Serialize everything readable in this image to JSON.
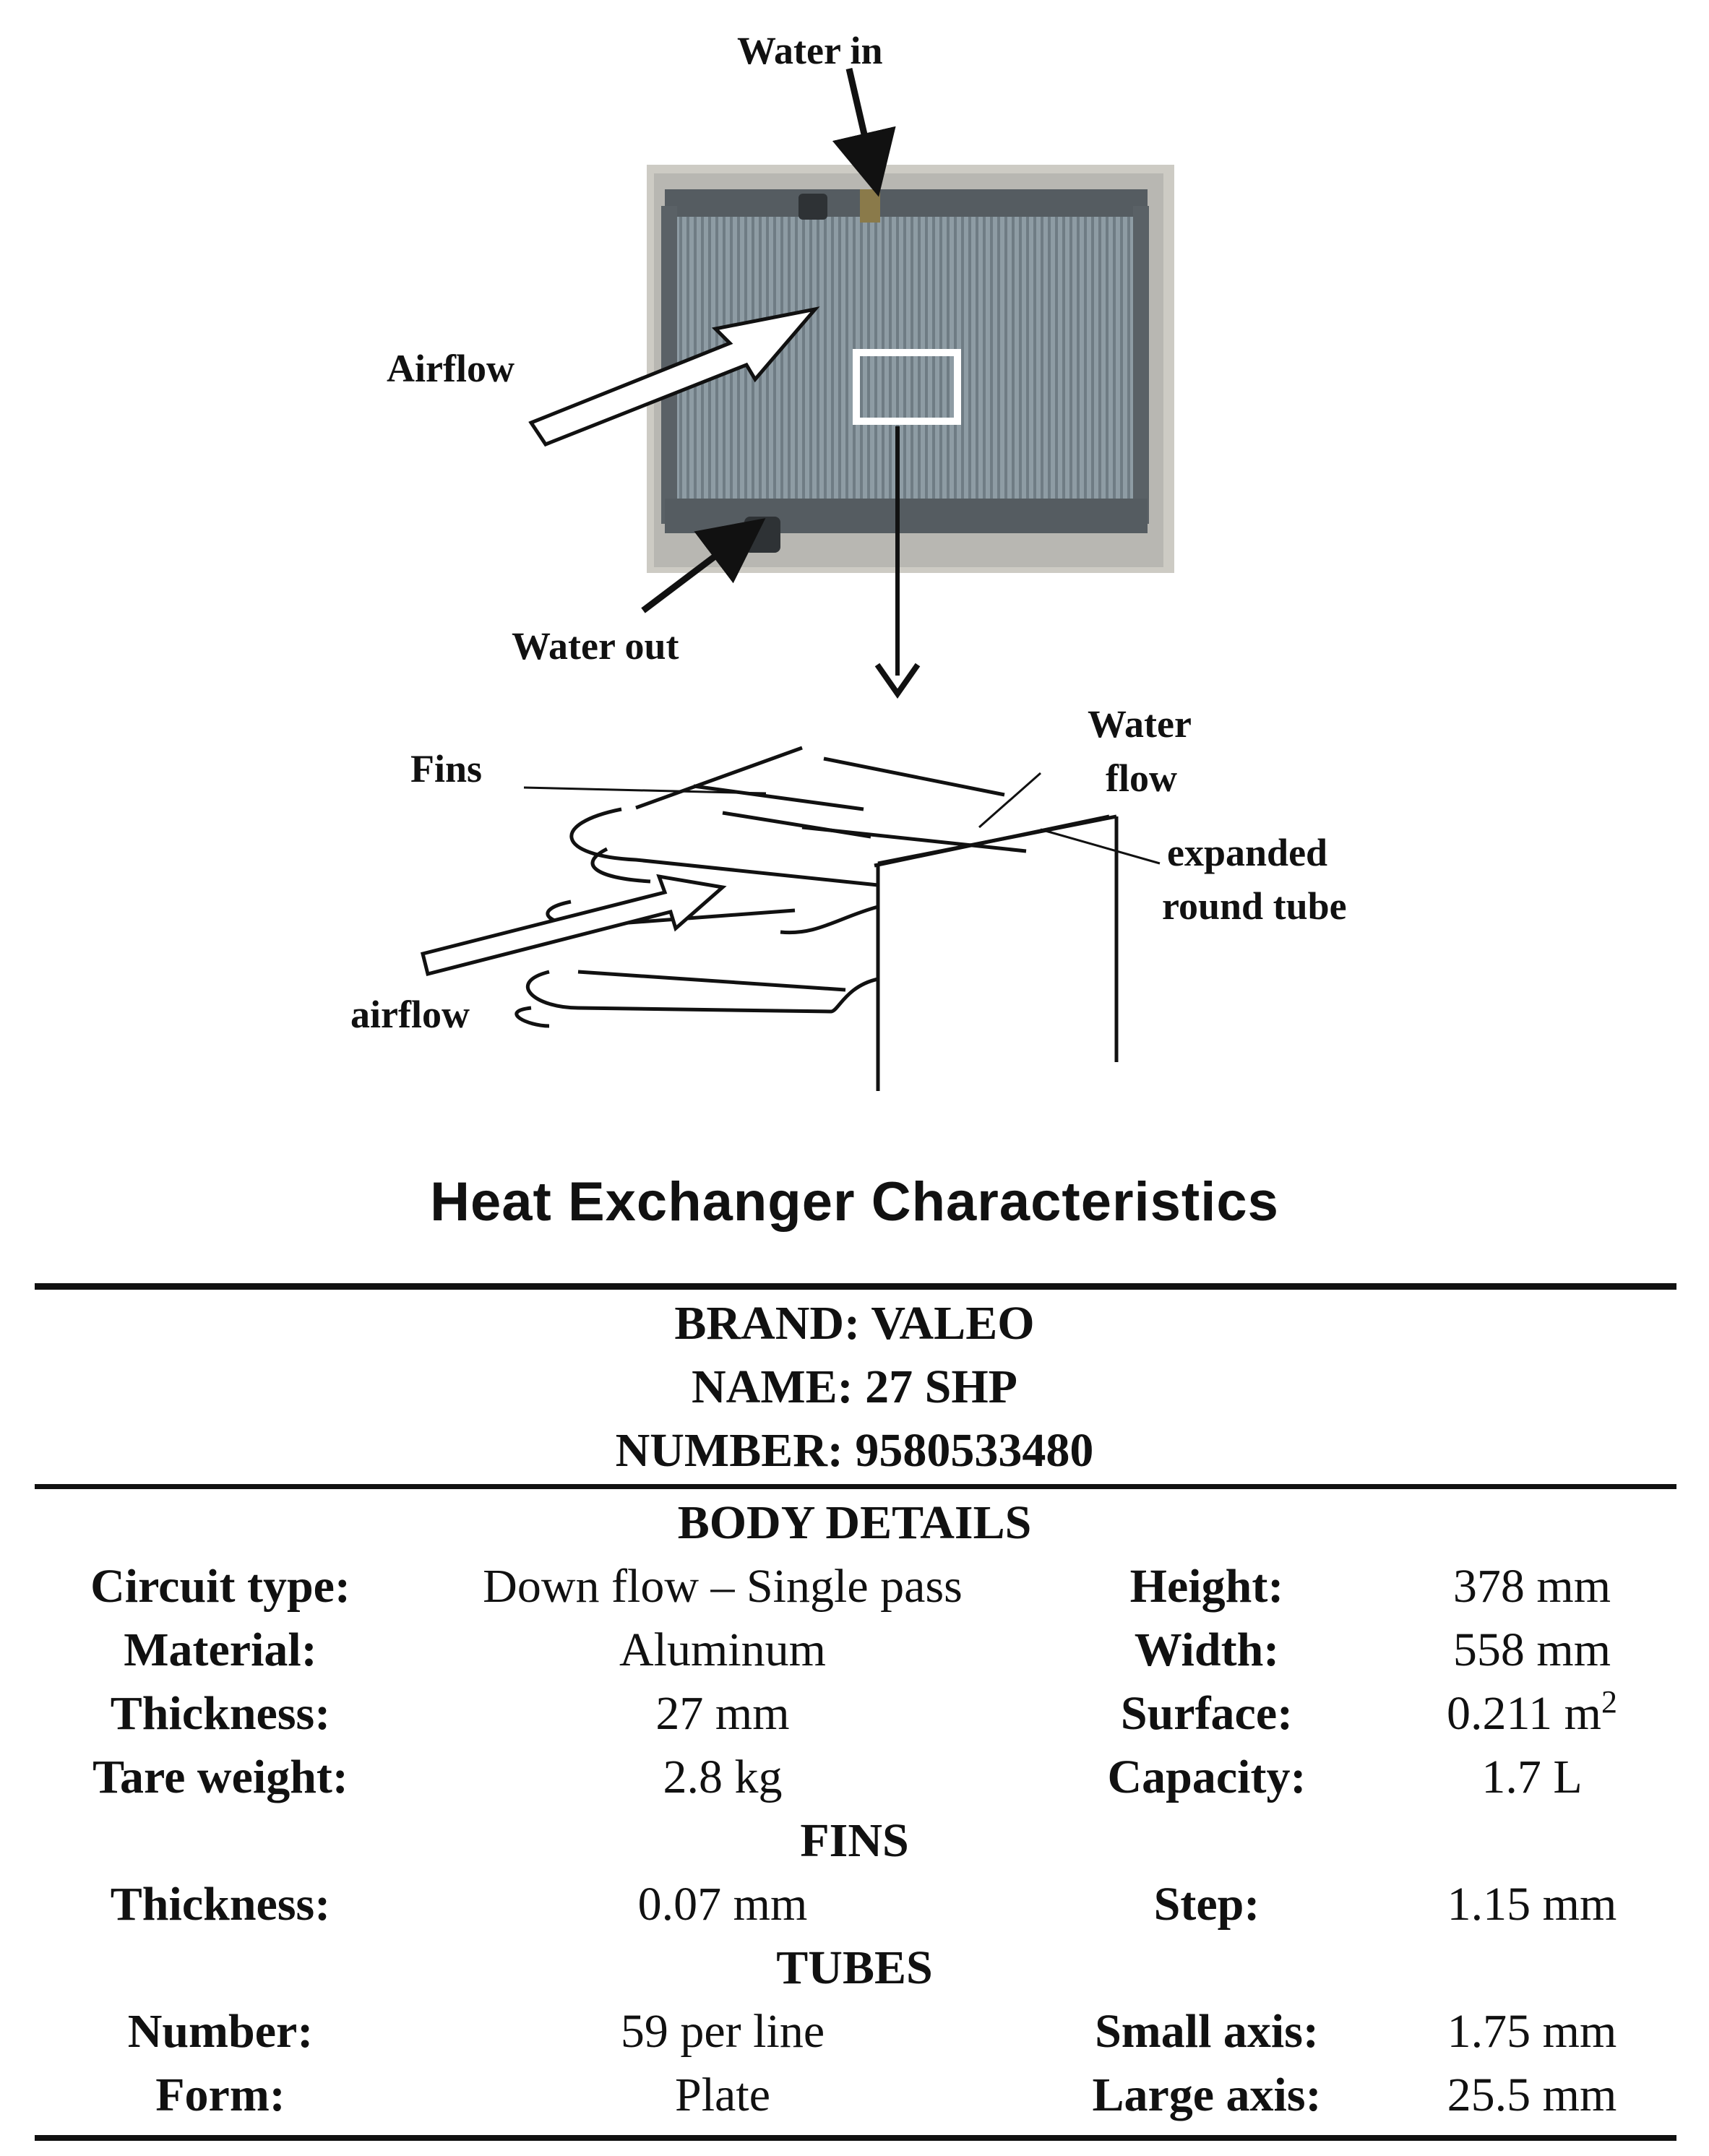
{
  "diagram": {
    "labels": {
      "water_in": "Water in",
      "airflow_top": "Airflow",
      "water_out": "Water out",
      "fins": "Fins",
      "water_flow_1": "Water",
      "water_flow_2": "flow",
      "tube_1": "expanded",
      "tube_2": "round tube",
      "airflow_bottom": "airflow"
    }
  },
  "title": "Heat Exchanger Characteristics",
  "identification": {
    "brand": "BRAND: VALEO",
    "name": "NAME: 27 SHP",
    "number": "NUMBER: 9580533480"
  },
  "sections": {
    "body": "BODY DETAILS",
    "fins": "FINS",
    "tubes": "TUBES"
  },
  "body_rows": [
    {
      "label": "Circuit type:",
      "value": "Down flow – Single pass",
      "label2": "Height:",
      "value2": "378 mm"
    },
    {
      "label": "Material:",
      "value": "Aluminum",
      "label2": "Width:",
      "value2": "558 mm"
    },
    {
      "label": "Thickness:",
      "value": "27 mm",
      "label2": "Surface:",
      "value2": "0.211 m",
      "value2_sup": "2"
    },
    {
      "label": "Tare weight:",
      "value": "2.8 kg",
      "label2": "Capacity:",
      "value2": "1.7 L"
    }
  ],
  "fins_rows": [
    {
      "label": "Thickness:",
      "value": "0.07 mm",
      "label2": "Step:",
      "value2": "1.15 mm"
    }
  ],
  "tubes_rows": [
    {
      "label": "Number:",
      "value": "59 per line",
      "label2": "Small axis:",
      "value2": "1.75 mm"
    },
    {
      "label": "Form:",
      "value": "Plate",
      "label2": "Large axis:",
      "value2": "25.5 mm"
    }
  ],
  "colors": {
    "radiator_core": "#8c9aa2",
    "background_wall": "#cfcdc6",
    "ink": "#111111"
  }
}
